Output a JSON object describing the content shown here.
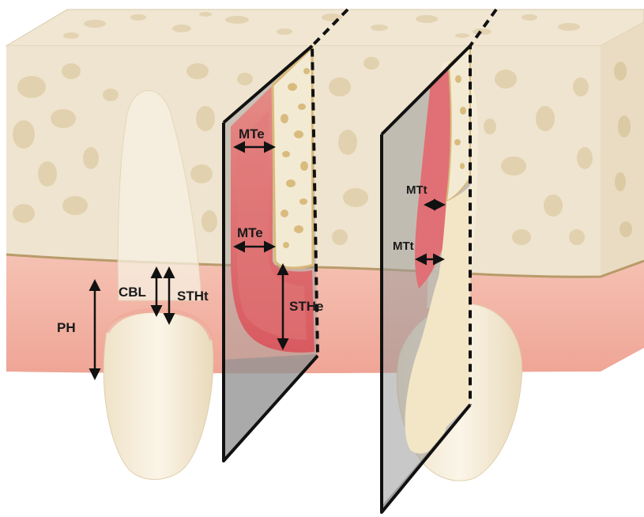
{
  "labels": {
    "ph": "PH",
    "cbl": "CBL",
    "stht": "STHt",
    "mte_upper": "MTe",
    "mte_lower": "MTe",
    "sthe": "STHe",
    "mtt_upper": "MTt",
    "mtt_lower": "MTt"
  },
  "colors": {
    "bone": "#efe4cf",
    "bone_top": "#f1e8d6",
    "bone_pore": "#e2d2b0",
    "gingiva": "#f2b6a6",
    "mucosa_red": "#d8555c",
    "tooth": "#f6eddb",
    "plane_gray": "#8a8a8a",
    "outline": "#111111"
  }
}
